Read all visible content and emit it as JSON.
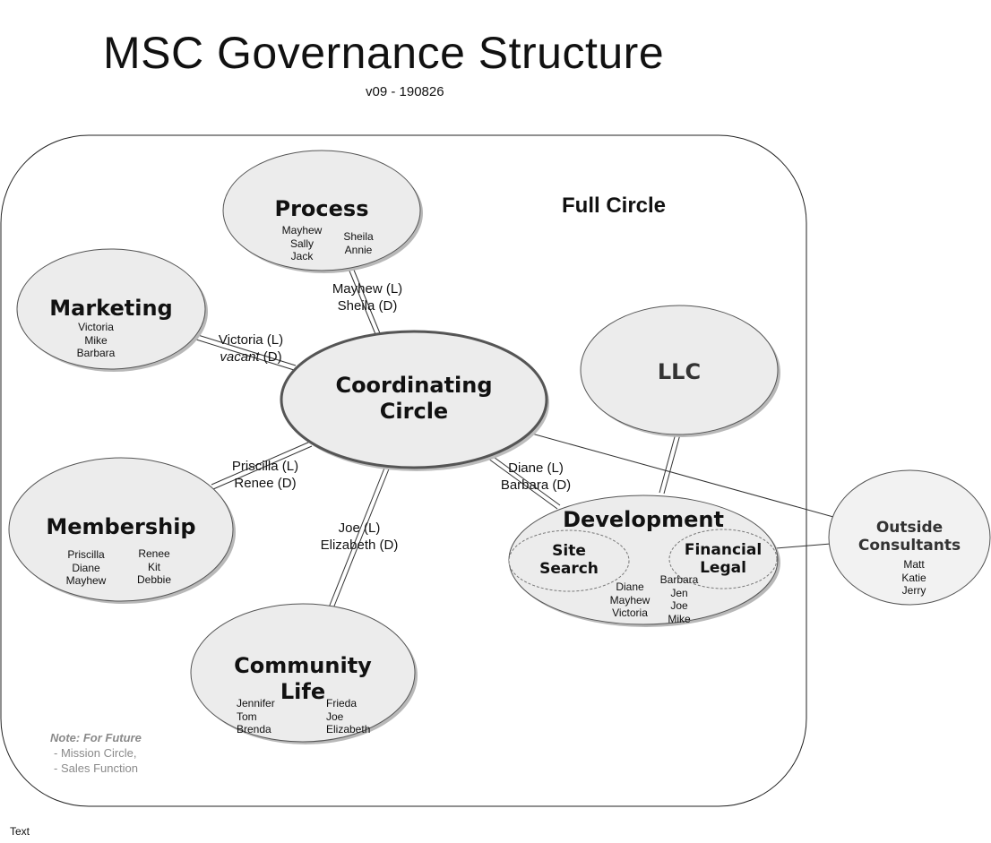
{
  "title": "MSC Governance  Structure",
  "subtitle": "v09 - 190826",
  "container_label": "Full Circle",
  "circles": {
    "process": {
      "name": "Process",
      "members_left": [
        "Mayhew",
        "Sally",
        "Jack"
      ],
      "members_right": [
        "Sheila",
        "Annie"
      ]
    },
    "marketing": {
      "name": "Marketing",
      "members": [
        "Victoria",
        "Mike",
        "Barbara"
      ]
    },
    "coordinating": {
      "name_line1": "Coordinating",
      "name_line2": "Circle"
    },
    "llc": {
      "name": "LLC"
    },
    "membership": {
      "name": "Membership",
      "members_left": [
        "Priscilla",
        "Diane",
        "Mayhew"
      ],
      "members_right": [
        "Renee",
        "Kit",
        "Debbie"
      ]
    },
    "development": {
      "name": "Development",
      "site_search_line1": "Site",
      "site_search_line2": "Search",
      "financial_line1": "Financial",
      "financial_line2": "Legal",
      "members_left": [
        "Diane",
        "Mayhew",
        "Victoria"
      ],
      "members_right": [
        "Barbara",
        "Jen",
        "Joe",
        "Mike"
      ]
    },
    "community": {
      "name_line1": "Community",
      "name_line2": "Life",
      "members_left": [
        "Jennifer",
        "Tom",
        "Brenda"
      ],
      "members_right": [
        "Frieda",
        "Joe",
        "Elizabeth"
      ]
    },
    "outside": {
      "name_line1": "Outside",
      "name_line2": "Consultants",
      "members": [
        "Matt",
        "Katie",
        "Jerry"
      ]
    }
  },
  "links": {
    "process": {
      "leader": "Mayhew (L)",
      "delegate": "Sheila (D)"
    },
    "marketing": {
      "leader": "Victoria (L)",
      "delegate_name": "vacant",
      "delegate_suffix": " (D)"
    },
    "membership": {
      "leader": "Priscilla (L)",
      "delegate": "Renee (D)"
    },
    "community": {
      "leader": "Joe (L)",
      "delegate": "Elizabeth (D)"
    },
    "development": {
      "leader": "Diane (L)",
      "delegate": "Barbara (D)"
    }
  },
  "note": {
    "heading": "Note:  For Future",
    "items": [
      "-  Mission Circle,",
      "- Sales Function"
    ]
  },
  "corner_text": "Text",
  "colors": {
    "circle_fill": "#ececec",
    "stroke": "#555555",
    "shadow": "#b8b8b8",
    "note": "#8a8a8a"
  }
}
